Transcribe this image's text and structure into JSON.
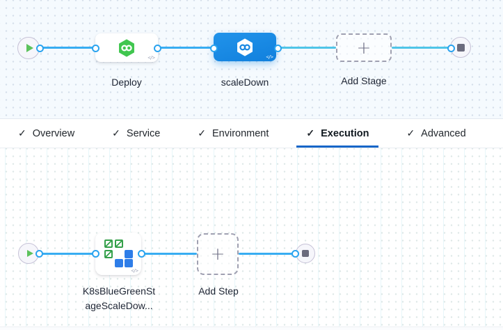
{
  "stage_graph": {
    "start_node": "play",
    "end_node": "stop",
    "stages": [
      {
        "label": "Deploy",
        "selected": false,
        "icon": "harness-cd-hexagon-green"
      },
      {
        "label": "scaleDown",
        "selected": true,
        "icon": "harness-cd-hexagon-white-on-blue"
      }
    ],
    "add_stage": {
      "label": "Add Stage"
    }
  },
  "tabs": {
    "active": "Execution",
    "items": [
      {
        "label": "Overview",
        "checked": true
      },
      {
        "label": "Service",
        "checked": true
      },
      {
        "label": "Environment",
        "checked": true
      },
      {
        "label": "Execution",
        "checked": true
      },
      {
        "label": "Advanced",
        "checked": true
      }
    ]
  },
  "step_graph": {
    "step": {
      "label_line1": "K8sBlueGreenSt",
      "label_line2": "ageScaleDow...",
      "icon": "k8s-blue-green-squares"
    },
    "add_step": {
      "label": "Add Step"
    }
  },
  "icons": {
    "check": "✓",
    "plus": "+",
    "code": "</>"
  },
  "colors": {
    "canvas_top_bg": "#F5FAFE",
    "canvas_bottom_bg": "#FFFFFF",
    "selected_stage_blue": "#1787E2",
    "edge_blue": "#38ADF2",
    "edge_cyan": "#4FC5E8",
    "connector_dot_ring": "#2AA3EF",
    "tab_underline": "#1766C8",
    "deploy_hexagon_green": "#40C64F",
    "k8s_green": "#34A04A",
    "k8s_blue": "#2E7DE8",
    "play_triangle_green": "#5CC25C",
    "stop_square_gray": "#6B6B7D"
  }
}
